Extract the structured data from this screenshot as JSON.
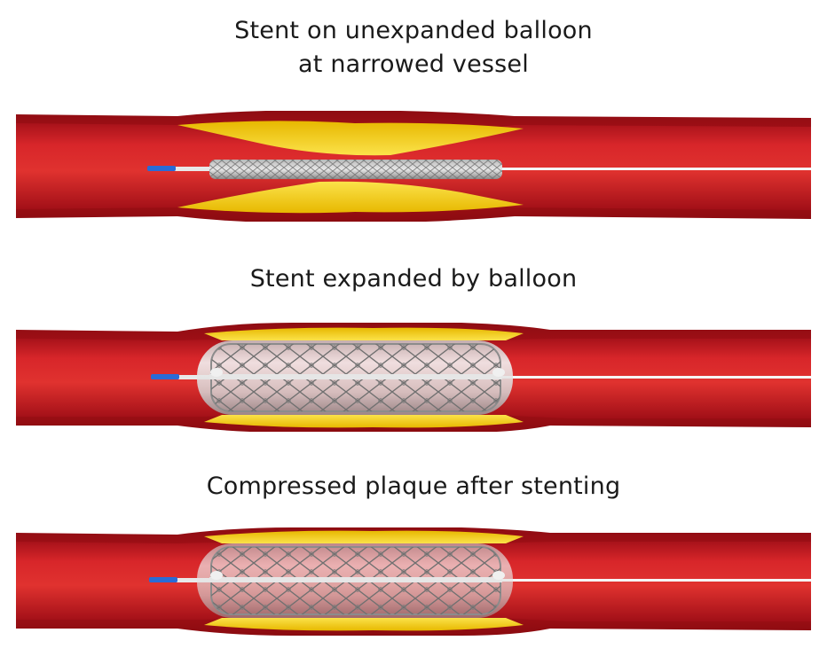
{
  "captions": {
    "stage1": {
      "line1": "Stent on unexpanded balloon",
      "line2": "at narrowed vessel"
    },
    "stage2": {
      "line1": "Stent expanded by balloon"
    },
    "stage3": {
      "line1": "Compressed plaque after stenting"
    }
  },
  "colors": {
    "vessel_wall": "#b4141c",
    "lumen": "#d41f23",
    "plaque": "#f2cf1a",
    "catheter_tip": "#2a6bd6",
    "guidewire": "#f4f4f4",
    "stent": "#8c8c8c"
  }
}
